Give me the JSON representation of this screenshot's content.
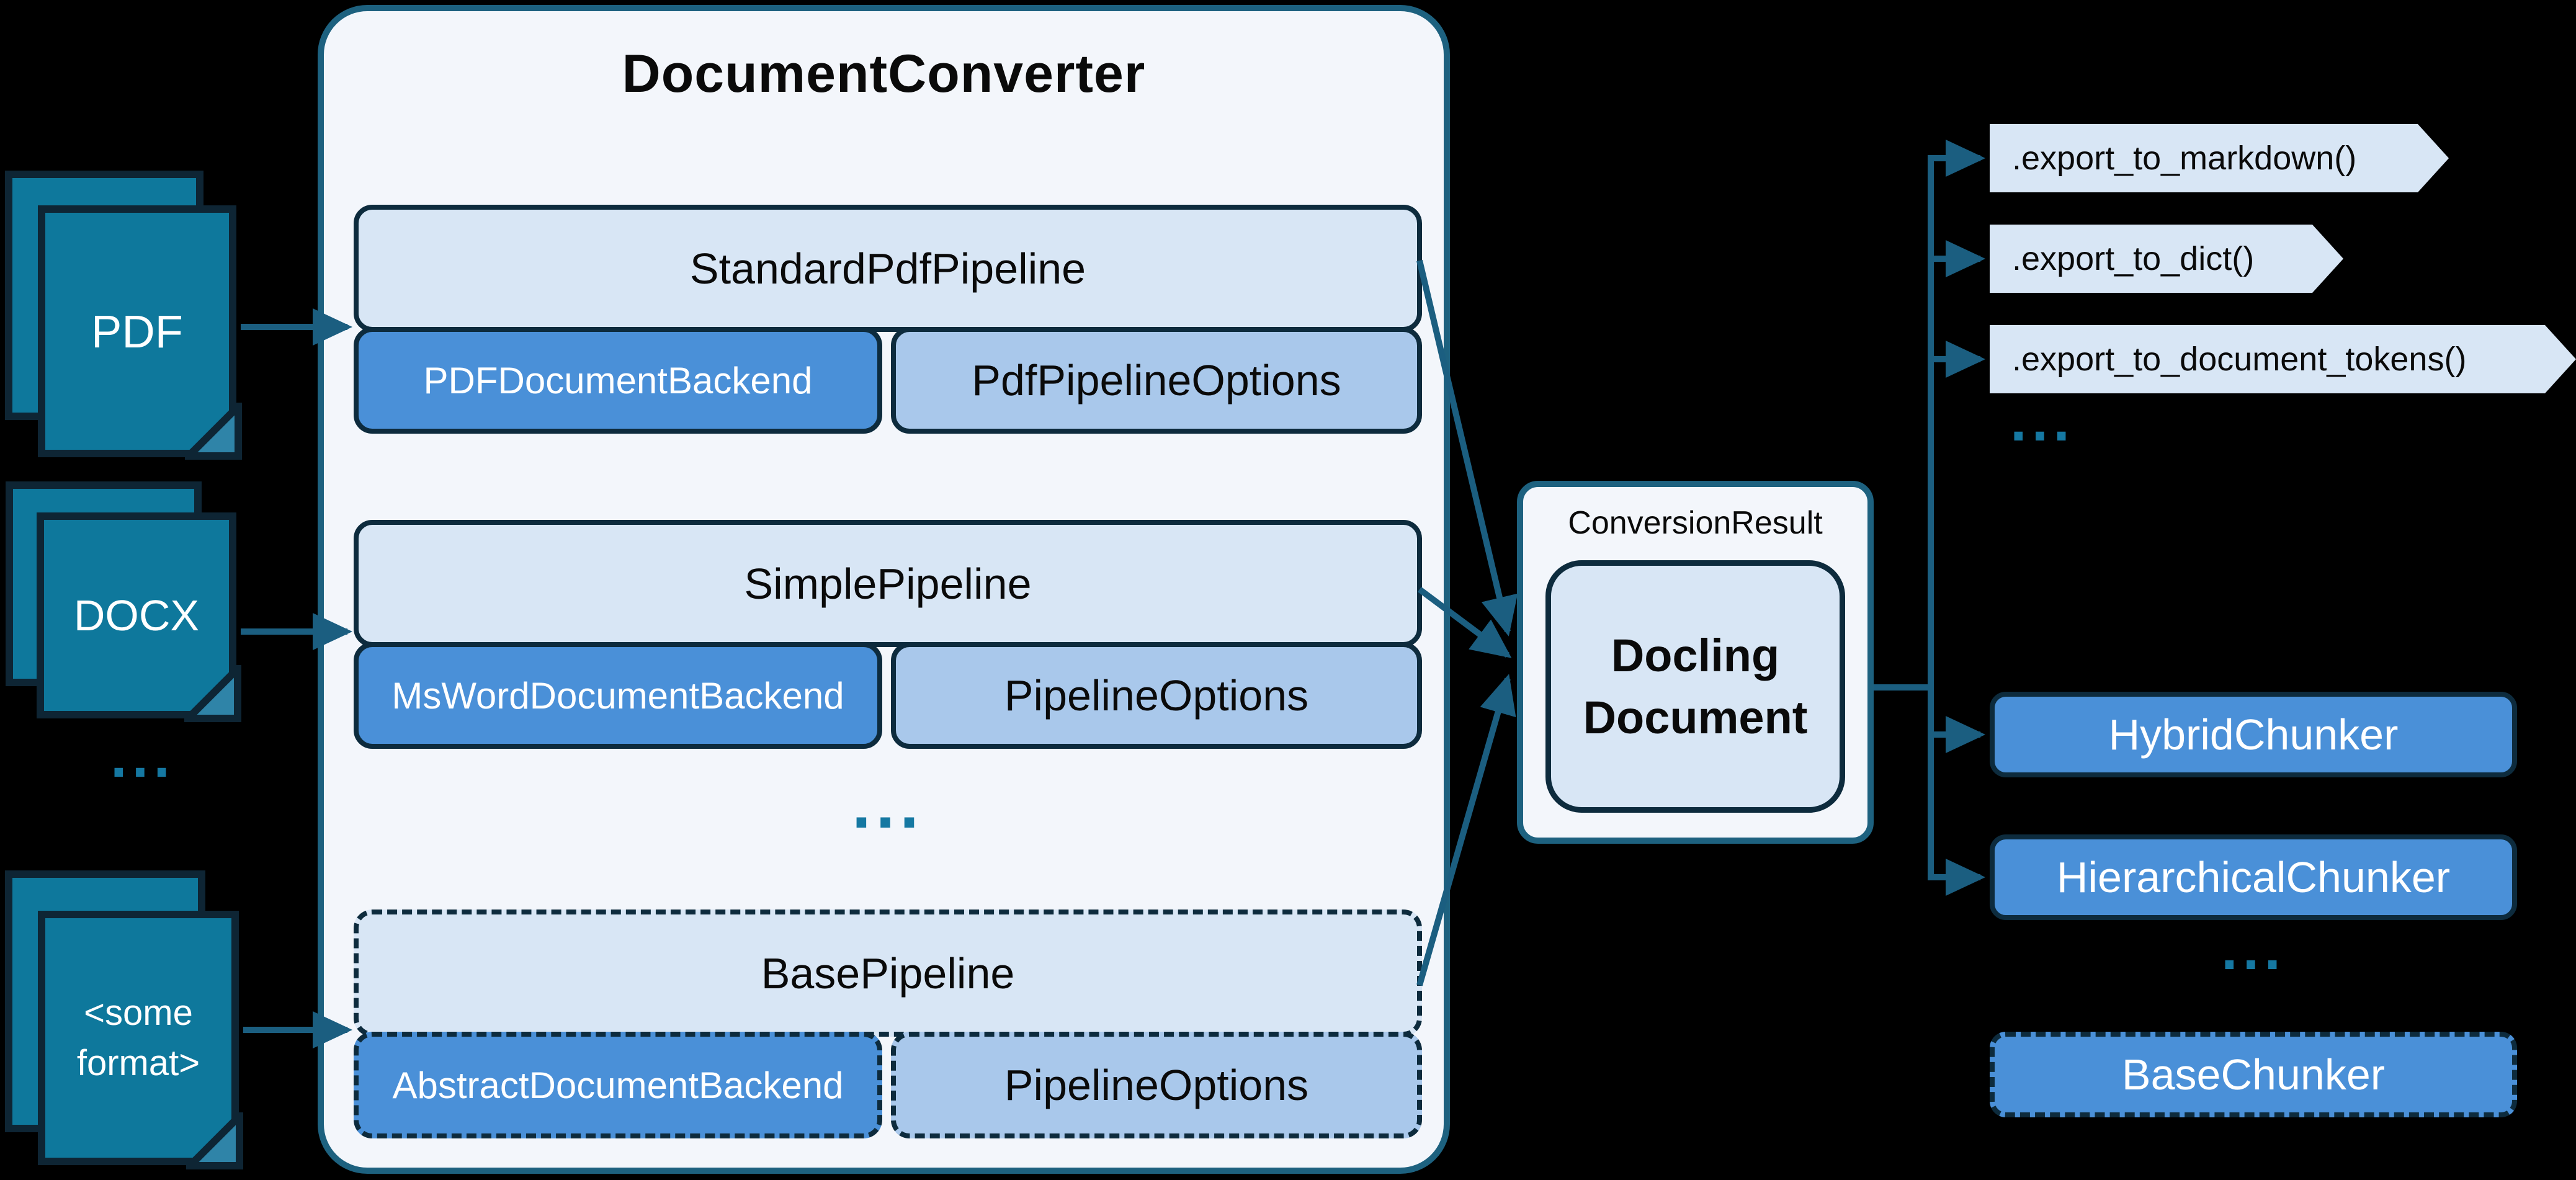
{
  "colors": {
    "background": "#000000",
    "panel_bg": "#f3f6fb",
    "panel_border": "#1d617f",
    "box_light": "#d8e6f5",
    "box_mid": "#a9c8eb",
    "box_blue": "#4a90d8",
    "ink": "#0d2b3d",
    "doc_fill": "#0e789c",
    "doc_border": "#0e2534",
    "fold_fill": "#2f84a8",
    "arrow": "#1b5e80",
    "dots": "#1578a2",
    "text_dark": "#0a0a0a",
    "text_light": "#ffffff"
  },
  "title": "DocumentConverter",
  "inputs": {
    "pdf": "PDF",
    "docx": "DOCX",
    "ellipsis": "...",
    "other": "<some format>"
  },
  "pipelines": [
    {
      "name": "StandardPdfPipeline",
      "backend": "PDFDocumentBackend",
      "options": "PdfPipelineOptions"
    },
    {
      "name": "SimplePipeline",
      "backend": "MsWordDocumentBackend",
      "options": "PipelineOptions"
    },
    {
      "name": "BasePipeline",
      "backend": "AbstractDocumentBackend",
      "options": "PipelineOptions"
    }
  ],
  "pipelines_ellipsis": "...",
  "result": {
    "wrapper": "ConversionResult",
    "document": "Docling Document"
  },
  "exports": {
    "items": [
      ".export_to_markdown()",
      ".export_to_dict()",
      ".export_to_document_tokens()"
    ],
    "ellipsis": "..."
  },
  "chunkers": {
    "items": [
      "HybridChunker",
      "HierarchicalChunker"
    ],
    "ellipsis": "...",
    "base": "BaseChunker"
  }
}
